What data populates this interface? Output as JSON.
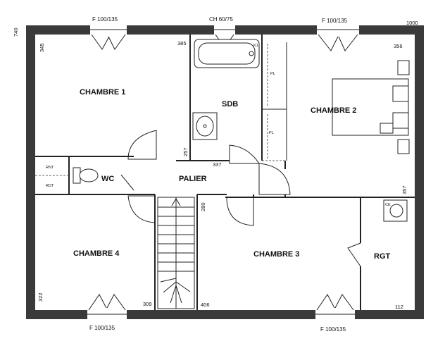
{
  "rooms": {
    "chambre1": "CHAMBRE 1",
    "chambre2": "CHAMBRE 2",
    "chambre3": "CHAMBRE 3",
    "chambre4": "CHAMBRE 4",
    "sdb": "SDB",
    "wc": "WC",
    "palier": "PALIER",
    "rgt": "RGT"
  },
  "windows": {
    "top_left": "F 100/135",
    "top_mid": "CH 60/75",
    "top_right": "F 100/135",
    "bottom_left": "F 100/135",
    "bottom_right": "F 100/135"
  },
  "dimensions": {
    "corner_left": "740",
    "corner_right": "1000",
    "c1_left": "345",
    "c1_right": "385",
    "c2_right": "356",
    "sdb_bottom": "257",
    "palier": "337",
    "c2_lower": "357",
    "stair_right": "280",
    "c4_left": "322",
    "c4_right": "309",
    "c3_left": "406",
    "rgt": "112"
  },
  "fixtures": {
    "placard_a": "PL",
    "placard_b": "PL",
    "closet_top": "RNT",
    "closet_bottom": "RDT",
    "bath_mark": "K1",
    "chauffe_eau": "CE"
  }
}
